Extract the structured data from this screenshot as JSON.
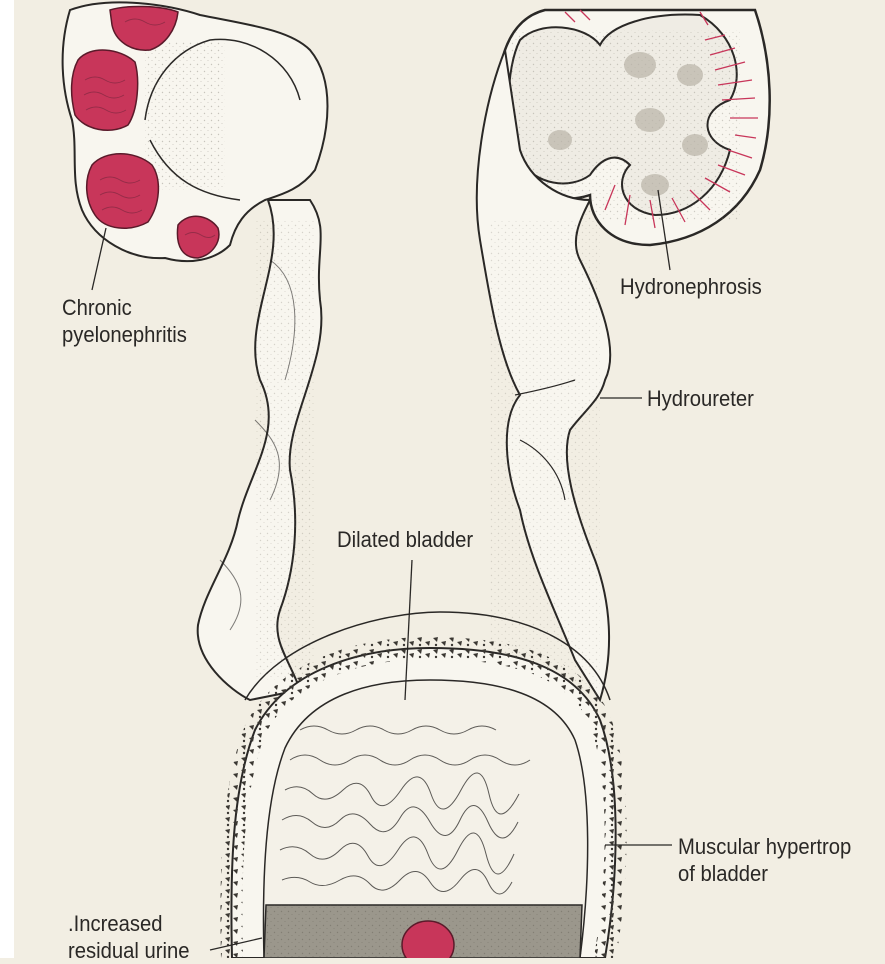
{
  "labels": {
    "chronic": [
      "Chronic",
      "pyelonephritis"
    ],
    "hydronephrosis": "Hydronephrosis",
    "hydroureter": "Hydroureter",
    "dilated_bladder": "Dilated bladder",
    "muscular": [
      "Muscular hypertrop",
      "of bladder"
    ],
    "residual": [
      ".Increased",
      "residual urine"
    ]
  },
  "colors": {
    "background": "#f2eee3",
    "scar": "#c8365a",
    "outline": "#2a2826"
  }
}
